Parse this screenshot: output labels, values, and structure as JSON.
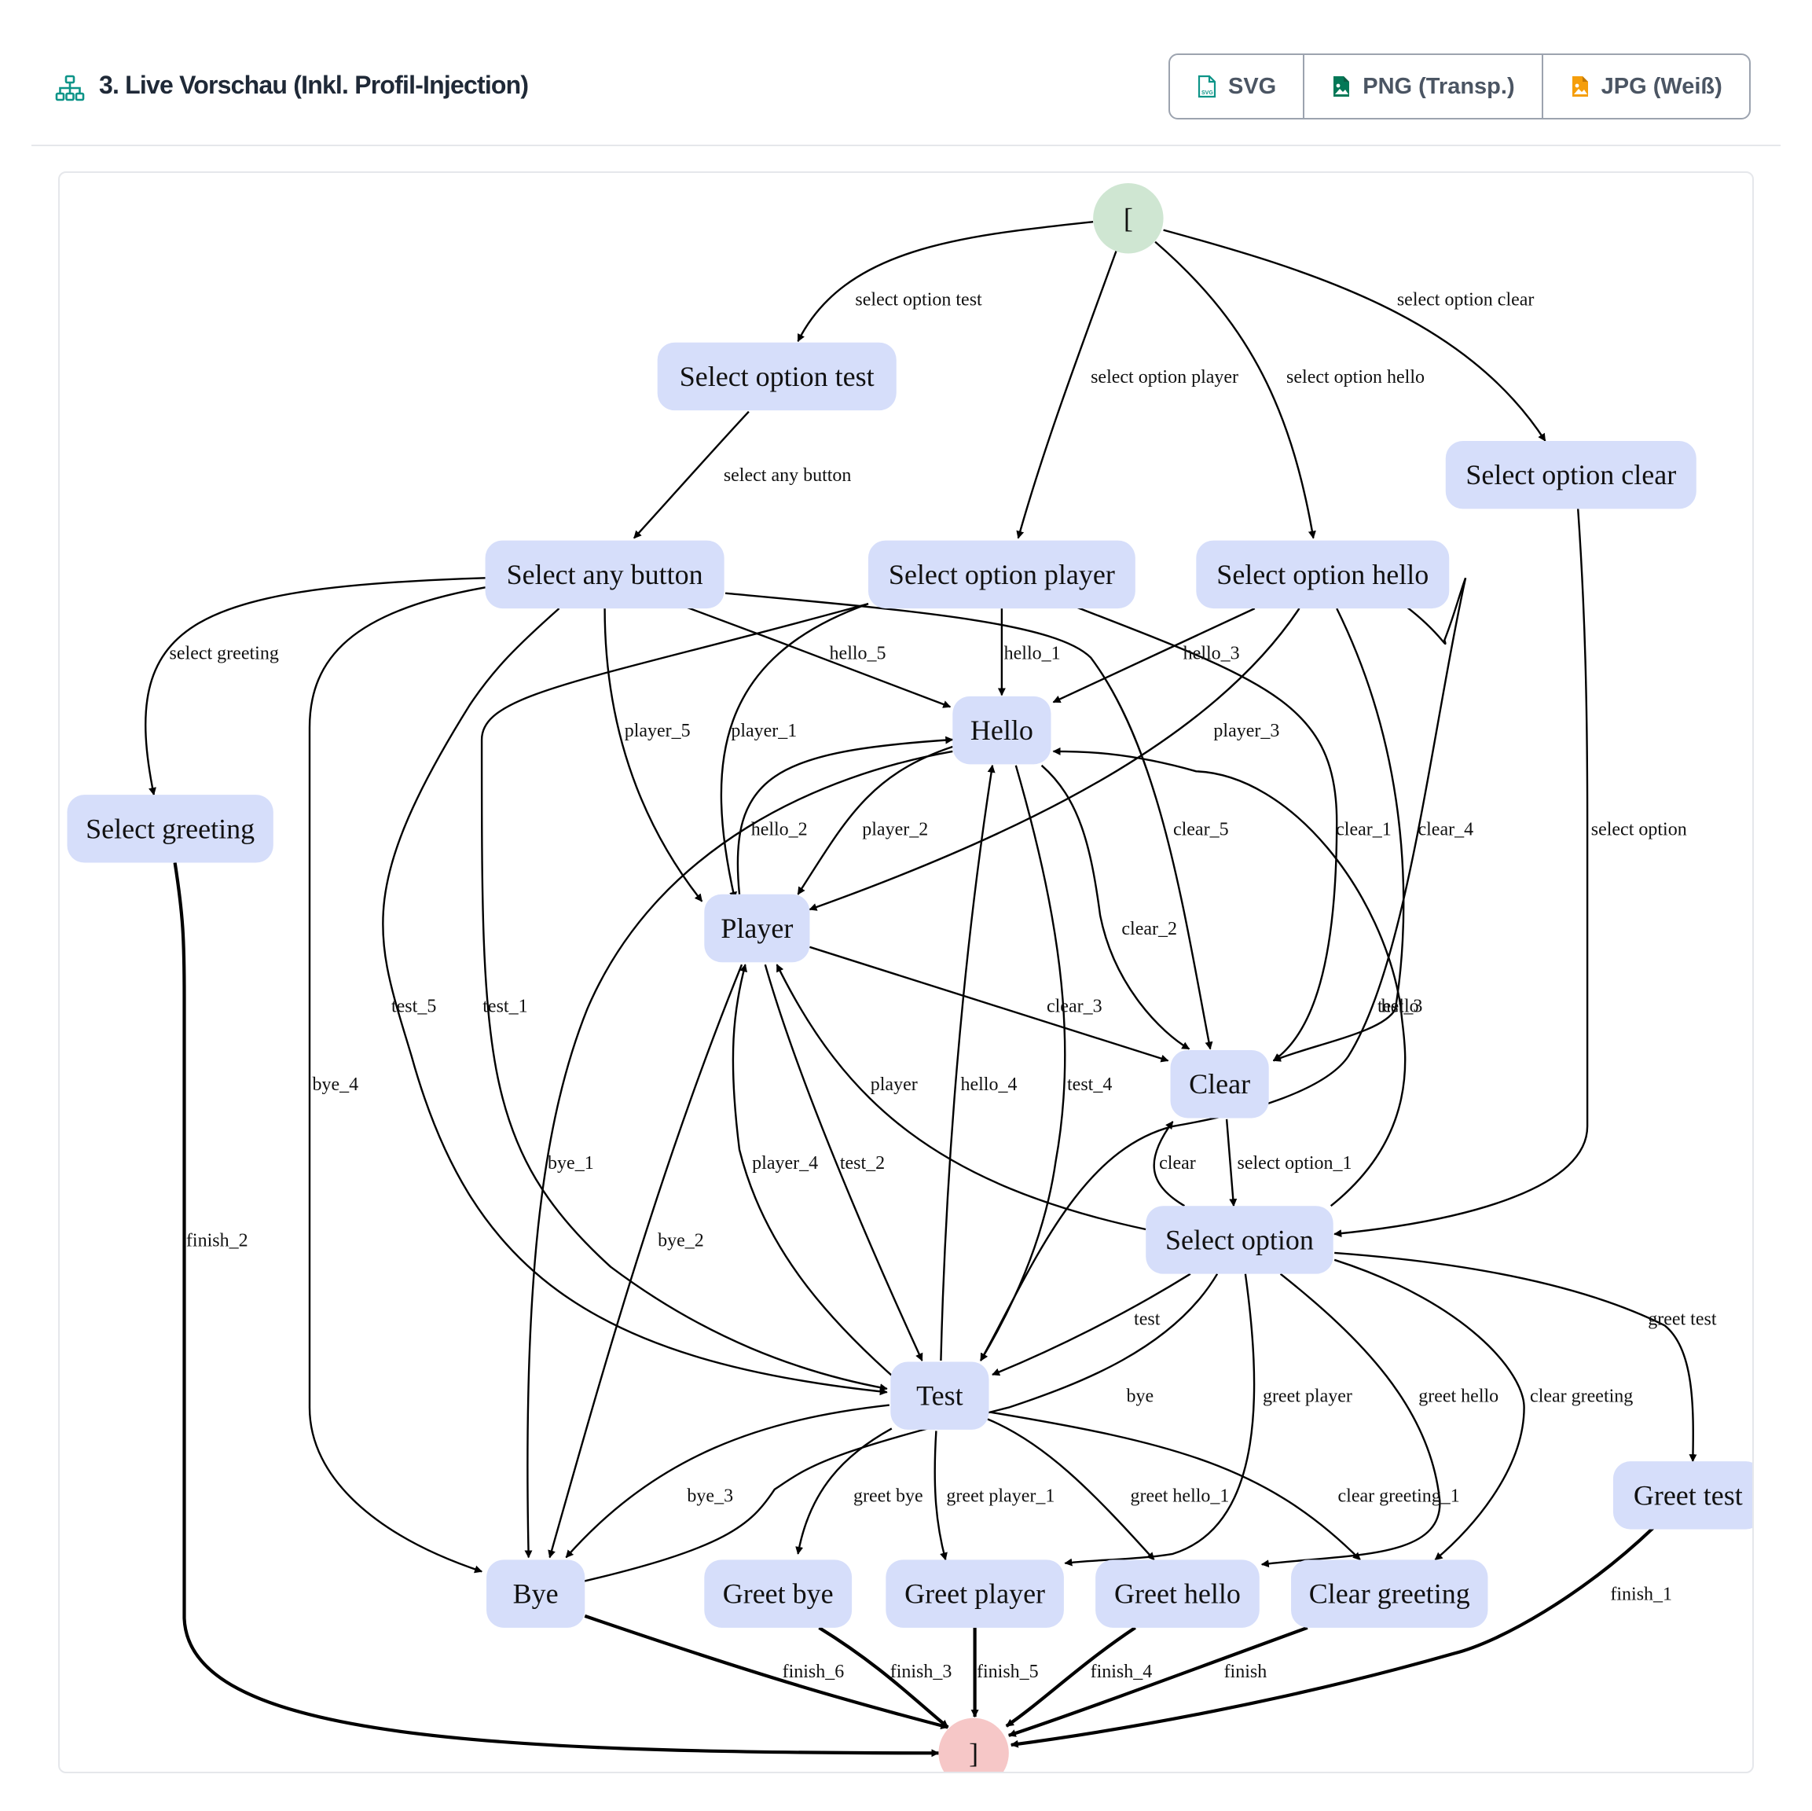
{
  "header": {
    "title": "3. Live Vorschau (Inkl. Profil-Injection)",
    "buttons": [
      {
        "label": "SVG",
        "icon": "svg-file-icon",
        "color": "#0d9488"
      },
      {
        "label": "PNG (Transp.)",
        "icon": "image-file-icon",
        "color": "#047857"
      },
      {
        "label": "JPG (Weiß)",
        "icon": "image-file-icon",
        "color": "#f59e0b"
      }
    ]
  },
  "colors": {
    "node_fill": "#d6defa",
    "start_fill": "#cfe6d2",
    "end_fill": "#f6c7c7",
    "edge": "#000000",
    "title_icon": "#0d9488"
  },
  "diagram": {
    "type": "state-graph",
    "nodes": [
      {
        "id": "start",
        "label": "[",
        "kind": "start"
      },
      {
        "id": "sot",
        "label": "Select option test"
      },
      {
        "id": "sop",
        "label": "Select option player"
      },
      {
        "id": "soh",
        "label": "Select option hello"
      },
      {
        "id": "soc",
        "label": "Select option clear"
      },
      {
        "id": "sab",
        "label": "Select any button"
      },
      {
        "id": "sg",
        "label": "Select greeting"
      },
      {
        "id": "hello",
        "label": "Hello"
      },
      {
        "id": "player",
        "label": "Player"
      },
      {
        "id": "clear",
        "label": "Clear"
      },
      {
        "id": "so",
        "label": "Select option"
      },
      {
        "id": "test",
        "label": "Test"
      },
      {
        "id": "gt",
        "label": "Greet test"
      },
      {
        "id": "bye",
        "label": "Bye"
      },
      {
        "id": "gb",
        "label": "Greet bye"
      },
      {
        "id": "gp",
        "label": "Greet player"
      },
      {
        "id": "gh",
        "label": "Greet hello"
      },
      {
        "id": "cg",
        "label": "Clear greeting"
      },
      {
        "id": "end",
        "label": "]",
        "kind": "end"
      }
    ],
    "edges": [
      {
        "from": "start",
        "to": "sot",
        "label": "select option test"
      },
      {
        "from": "start",
        "to": "sop",
        "label": "select option player"
      },
      {
        "from": "start",
        "to": "soh",
        "label": "select option hello"
      },
      {
        "from": "start",
        "to": "soc",
        "label": "select option clear"
      },
      {
        "from": "sot",
        "to": "sab",
        "label": "select any button"
      },
      {
        "from": "sab",
        "to": "sg",
        "label": "select greeting"
      },
      {
        "from": "sab",
        "to": "hello",
        "label": "hello_5"
      },
      {
        "from": "sab",
        "to": "player",
        "label": "player_5"
      },
      {
        "from": "sab",
        "to": "clear",
        "label": "clear_5"
      },
      {
        "from": "sab",
        "to": "test",
        "label": "test_5"
      },
      {
        "from": "sab",
        "to": "bye",
        "label": "bye_4"
      },
      {
        "from": "sop",
        "to": "hello",
        "label": "hello_1"
      },
      {
        "from": "sop",
        "to": "player",
        "label": "player_1"
      },
      {
        "from": "sop",
        "to": "clear",
        "label": "clear_1"
      },
      {
        "from": "sop",
        "to": "test",
        "label": "test_1"
      },
      {
        "from": "soh",
        "to": "hello",
        "label": "hello_3"
      },
      {
        "from": "soh",
        "to": "player",
        "label": "player_3"
      },
      {
        "from": "soh",
        "to": "clear",
        "label": "clear_4"
      },
      {
        "from": "soh",
        "to": "test",
        "label": "test_3"
      },
      {
        "from": "soh",
        "to": "soh",
        "label": ""
      },
      {
        "from": "soc",
        "to": "so",
        "label": "select option"
      },
      {
        "from": "hello",
        "to": "player",
        "label": "player_2"
      },
      {
        "from": "player",
        "to": "hello",
        "label": "hello_2"
      },
      {
        "from": "hello",
        "to": "clear",
        "label": "clear_2"
      },
      {
        "from": "hello",
        "to": "test",
        "label": "test_4"
      },
      {
        "from": "hello",
        "to": "bye",
        "label": "bye_1"
      },
      {
        "from": "player",
        "to": "clear",
        "label": "clear_3"
      },
      {
        "from": "player",
        "to": "test",
        "label": "test_2"
      },
      {
        "from": "player",
        "to": "bye",
        "label": "bye_2"
      },
      {
        "from": "test",
        "to": "player",
        "label": "player_4"
      },
      {
        "from": "test",
        "to": "hello",
        "label": "hello_4"
      },
      {
        "from": "so",
        "to": "player",
        "label": "player"
      },
      {
        "from": "so",
        "to": "hello",
        "label": "hello"
      },
      {
        "from": "so",
        "to": "clear",
        "label": "clear"
      },
      {
        "from": "clear",
        "to": "so",
        "label": "select option_1"
      },
      {
        "from": "so",
        "to": "test",
        "label": "test"
      },
      {
        "from": "so",
        "to": "bye",
        "label": "bye"
      },
      {
        "from": "so",
        "to": "gp",
        "label": "greet player"
      },
      {
        "from": "so",
        "to": "gh",
        "label": "greet hello"
      },
      {
        "from": "so",
        "to": "cg",
        "label": "clear greeting"
      },
      {
        "from": "so",
        "to": "gt",
        "label": "greet test"
      },
      {
        "from": "test",
        "to": "bye",
        "label": "bye_3"
      },
      {
        "from": "test",
        "to": "gb",
        "label": "greet bye"
      },
      {
        "from": "test",
        "to": "gp",
        "label": "greet player_1"
      },
      {
        "from": "test",
        "to": "gh",
        "label": "greet hello_1"
      },
      {
        "from": "test",
        "to": "cg",
        "label": "clear greeting_1"
      },
      {
        "from": "sg",
        "to": "end",
        "label": "finish_2"
      },
      {
        "from": "gt",
        "to": "end",
        "label": "finish_1"
      },
      {
        "from": "bye",
        "to": "end",
        "label": "finish_6"
      },
      {
        "from": "gb",
        "to": "end",
        "label": "finish_3"
      },
      {
        "from": "gp",
        "to": "end",
        "label": "finish_5"
      },
      {
        "from": "gh",
        "to": "end",
        "label": "finish_4"
      },
      {
        "from": "cg",
        "to": "end",
        "label": "finish"
      }
    ]
  }
}
